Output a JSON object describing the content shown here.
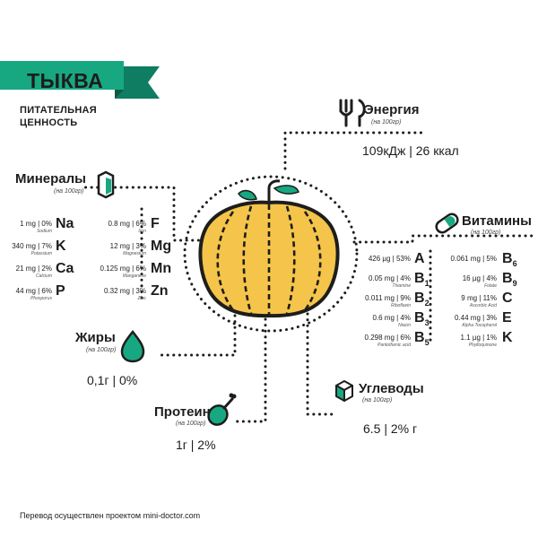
{
  "title": "ТЫКВА",
  "subtitle_line1": "ПИТАТЕЛЬНАЯ",
  "subtitle_line2": "ЦЕННОСТЬ",
  "colors": {
    "accent": "#17a882",
    "pumpkin": "#f5c44a",
    "ink": "#1d1d1b"
  },
  "energy": {
    "title": "Энергия",
    "note": "(на 100гр)",
    "value": "109кДж | 26 ккал",
    "icon": "fork-knife-icon"
  },
  "minerals": {
    "title": "Минералы",
    "note": "(на 100гр)",
    "icon": "crystal-icon",
    "left": [
      {
        "value": "1 mg | 0%",
        "name": "Sodium",
        "symbol": "Na"
      },
      {
        "value": "340 mg | 7%",
        "name": "Potassium",
        "symbol": "K"
      },
      {
        "value": "21 mg | 2%",
        "name": "Calcium",
        "symbol": "Ca"
      },
      {
        "value": "44 mg | 6%",
        "name": "Phosporus",
        "symbol": "P"
      }
    ],
    "right": [
      {
        "value": "0.8 mg | 6%",
        "name": "Iron",
        "symbol": "F"
      },
      {
        "value": "12 mg | 3%",
        "name": "Magnesium",
        "symbol": "Mg"
      },
      {
        "value": "0.125 mg | 6%",
        "name": "Manganese",
        "symbol": "Mn"
      },
      {
        "value": "0.32 mg | 3%",
        "name": "Zinc",
        "symbol": "Zn"
      }
    ]
  },
  "vitamins": {
    "title": "Витамины",
    "note": "(на 100гр)",
    "icon": "capsule-icon",
    "left": [
      {
        "value": "426 µg | 53%",
        "name": "",
        "symbol": "A",
        "sub": ""
      },
      {
        "value": "0.05 mg | 4%",
        "name": "Thiamine",
        "symbol": "B",
        "sub": "1"
      },
      {
        "value": "0.011 mg | 9%",
        "name": "Riboflavin",
        "symbol": "B",
        "sub": "2"
      },
      {
        "value": "0.6 mg | 4%",
        "name": "Niacin",
        "symbol": "B",
        "sub": "3"
      },
      {
        "value": "0.298 mg | 6%",
        "name": "Pantothenic acid",
        "symbol": "B",
        "sub": "5"
      }
    ],
    "right": [
      {
        "value": "0.061 mg | 5%",
        "name": "",
        "symbol": "B",
        "sub": "6"
      },
      {
        "value": "16 µg | 4%",
        "name": "Folate",
        "symbol": "B",
        "sub": "9"
      },
      {
        "value": "9 mg | 11%",
        "name": "Ascorbic Acid",
        "symbol": "C",
        "sub": ""
      },
      {
        "value": "0.44 mg | 3%",
        "name": "Alpha Tocopherol",
        "symbol": "E",
        "sub": ""
      },
      {
        "value": "1.1 µg | 1%",
        "name": "Phylloquinone",
        "symbol": "K",
        "sub": ""
      }
    ]
  },
  "fats": {
    "title": "Жиры",
    "note": "(на 100гр)",
    "value": "0,1г | 0%",
    "icon": "drop-icon"
  },
  "protein": {
    "title": "Протеин",
    "note": "(на 100гр)",
    "value": "1г | 2%",
    "icon": "drumstick-icon"
  },
  "carbs": {
    "title": "Углеводы",
    "note": "(на 100гр)",
    "value": "6.5 | 2% г",
    "icon": "sugar-cube-icon"
  },
  "credit": "Перевод осуществлен проектом mini-doctor.com"
}
